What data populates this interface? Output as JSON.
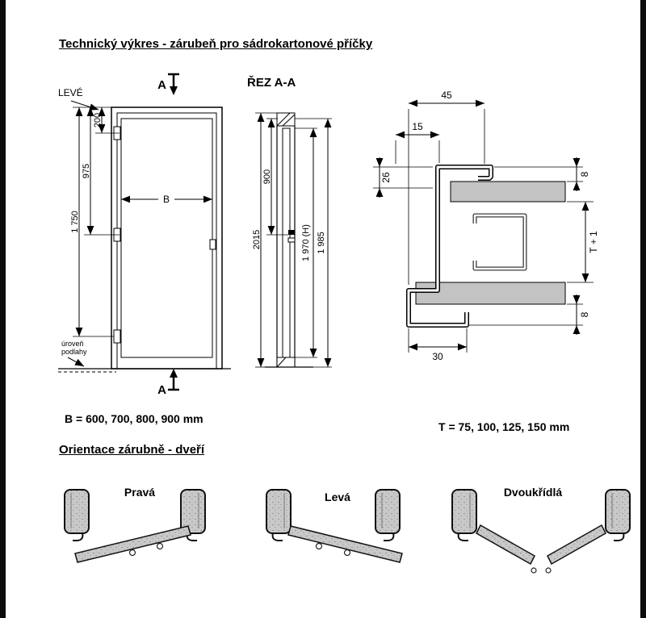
{
  "page": {
    "title": "Technický výkres - zárubeň pro sádrokartonové příčky"
  },
  "front_view": {
    "hand_label": "LEVÉ",
    "section_letter": "A",
    "dims": {
      "d200": "200",
      "d975": "975",
      "d1750": "1 750",
      "width": "B"
    },
    "floor_note_line1": "úroveň",
    "floor_note_line2": "podlahy"
  },
  "section_view": {
    "title": "ŘEZ  A-A",
    "dims": {
      "d2015": "2015",
      "d900": "900",
      "d1970": "1 970 (H)",
      "d1985": "1 985"
    }
  },
  "profile_view": {
    "dims": {
      "d45": "45",
      "d15": "15",
      "d8top": "8",
      "d26": "26",
      "dT": "T + 1",
      "d30": "30",
      "d8bottom": "8"
    }
  },
  "notes": {
    "b_values": "B = 600, 700, 800, 900 mm",
    "t_values": "T = 75, 100, 125, 150 mm"
  },
  "orientation": {
    "heading": "Orientace zárubně - dveří",
    "items": [
      {
        "label": "Pravá"
      },
      {
        "label": "Levá"
      },
      {
        "label": "Dvoukřídlá"
      }
    ]
  },
  "colors": {
    "board_gray": "#c3c3c3",
    "ink": "#000000"
  }
}
